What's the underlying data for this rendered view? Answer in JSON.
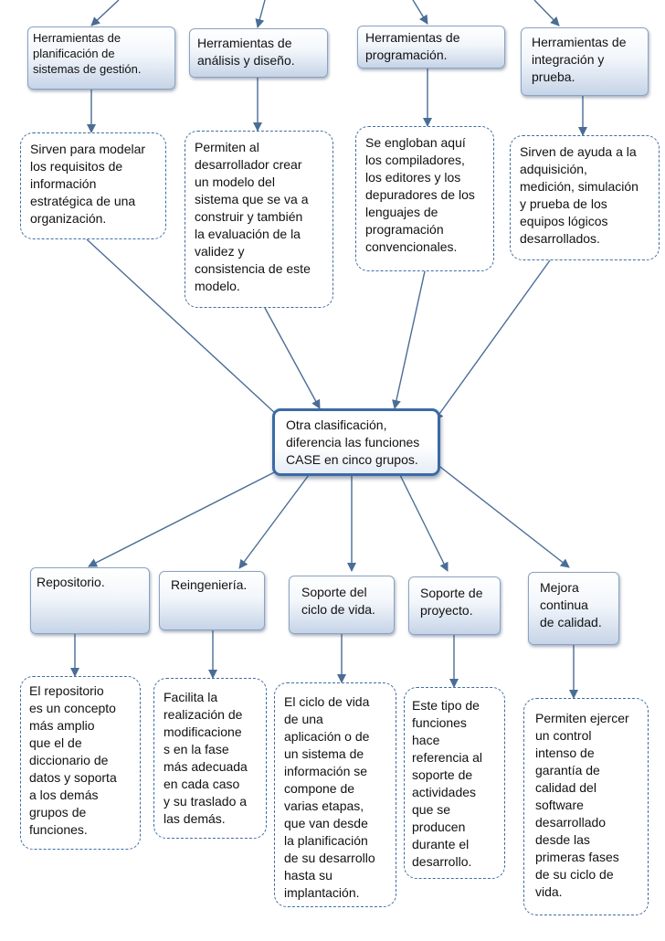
{
  "center": {
    "text": "Otra clasificación,\ndiferencia las funciones\nCASE en cinco grupos."
  },
  "top_tools": [
    {
      "title": "Herramientas de\nplanificación de\nsistemas de gestión.",
      "description": "Sirven para modelar\nlos requisitos de\ninformación\nestratégica de una\norganización."
    },
    {
      "title": "Herramientas de\nanálisis y diseño.",
      "description": "Permiten al\ndesarrollador crear\nun modelo del\nsistema que se va a\nconstruir y también\nla evaluación de la\nvalidez y\nconsistencia de este\nmodelo."
    },
    {
      "title": "Herramientas de\nprogramación.",
      "description": "Se engloban aquí\nlos compiladores,\nlos editores y los\ndepuradores de los\nlenguajes de\nprogramación\nconvencionales."
    },
    {
      "title": "Herramientas de\nintegración y\nprueba.",
      "description": "Sirven de ayuda a la\nadquisición,\nmedición, simulación\ny prueba de los\nequipos lógicos\ndesarrollados."
    }
  ],
  "groups": [
    {
      "title": "Repositorio.",
      "description": "El repositorio\nes un concepto\nmás amplio\nque el de\ndiccionario de\ndatos y soporta\na los demás\ngrupos de\nfunciones."
    },
    {
      "title": "Reingeniería.",
      "description": "Facilita la\nrealización de\nmodificacione\ns en la fase\nmás adecuada\nen cada caso\ny su traslado a\nlas demás."
    },
    {
      "title": "Soporte del\nciclo de vida.",
      "description": "El ciclo de vida\nde una\naplicación o de\nun sistema de\ninformación se\ncompone de\nvarias etapas,\nque van desde\nla planificación\nde su desarrollo\nhasta su\nimplantación."
    },
    {
      "title": "Soporte de\nproyecto.",
      "description": "Este tipo de\nfunciones\nhace\nreferencia al\nsoporte de\nactividades\nque se\nproducen\ndurante el\ndesarrollo."
    },
    {
      "title": "Mejora\ncontinua\nde calidad.",
      "description": "Permiten ejercer\nun control\nintenso de\ngarantía de\ncalidad del\nsoftware\ndesarrollado\ndesde las\nprimeras fases\nde su ciclo de\nvida."
    }
  ]
}
